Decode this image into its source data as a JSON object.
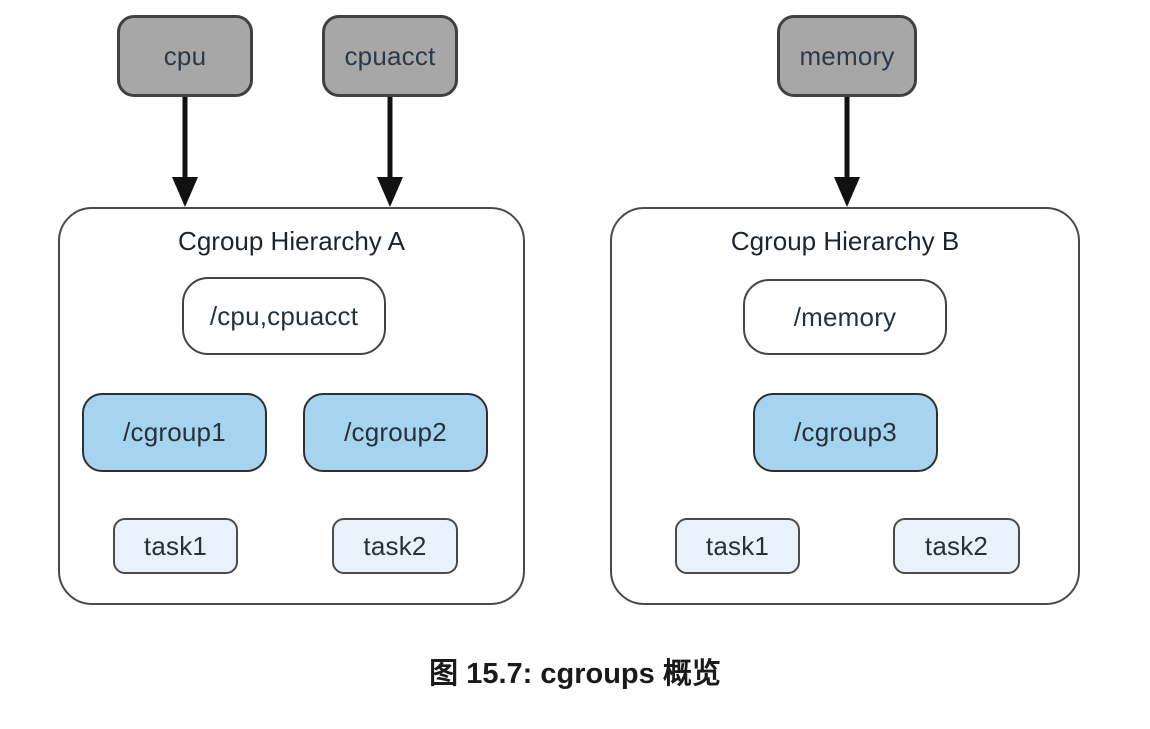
{
  "diagram": {
    "subsystems": [
      {
        "id": "cpu",
        "label": "cpu"
      },
      {
        "id": "cpuacct",
        "label": "cpuacct"
      },
      {
        "id": "memory",
        "label": "memory"
      }
    ],
    "hierarchies": [
      {
        "title": "Cgroup Hierarchy A",
        "root": "/cpu,cpuacct",
        "cgroups": [
          "/cgroup1",
          "/cgroup2"
        ],
        "tasks": [
          "task1",
          "task2"
        ]
      },
      {
        "title": "Cgroup Hierarchy B",
        "root": "/memory",
        "cgroups": [
          "/cgroup3"
        ],
        "tasks": [
          "task1",
          "task2"
        ]
      }
    ],
    "colors": {
      "subsystem_fill": "#a7a7a7",
      "cgroup_fill": "#a6d4ee",
      "task_fill": "#e9f2fa",
      "node_border": "#404040",
      "connector": "#111111"
    }
  },
  "caption": {
    "text": "图 15.7: cgroups 概览"
  }
}
